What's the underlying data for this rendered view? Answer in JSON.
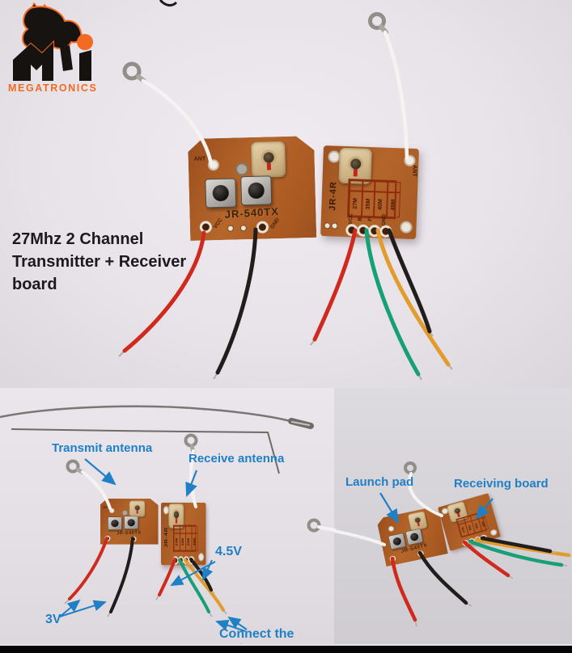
{
  "brand": {
    "name": "MEGATRONICS"
  },
  "title": "27Mhz 2 Channel\nTransmitter + Receiver\nboard",
  "tx_board": {
    "model": "JR-540TX",
    "ant_label": "ANT",
    "vcc_label": "VCC",
    "gnd_label": "GND"
  },
  "rx_board": {
    "model": "JR-4R",
    "ant_label": "ANT",
    "freqs": [
      "27M",
      "35M",
      "40M",
      "49M"
    ],
    "pins": [
      "VCC",
      "B",
      "F",
      "GND"
    ]
  },
  "annotations": {
    "transmit_antenna": "Transmit antenna",
    "receive_antenna": "Receive antenna",
    "rx_power": "4.5V",
    "tx_power": "3V",
    "connect_motor": "Connect the motor",
    "launch_pad": "Launch pad",
    "receiving_board": "Receiving board"
  },
  "colors": {
    "annotation_blue": "#2080c6",
    "logo_orange": "#f26a21",
    "pcb_orange": "#a9591f",
    "wire_red": "#cf2a1d",
    "wire_black": "#211d1c",
    "wire_green": "#17a078",
    "wire_orange": "#e29c2e"
  }
}
